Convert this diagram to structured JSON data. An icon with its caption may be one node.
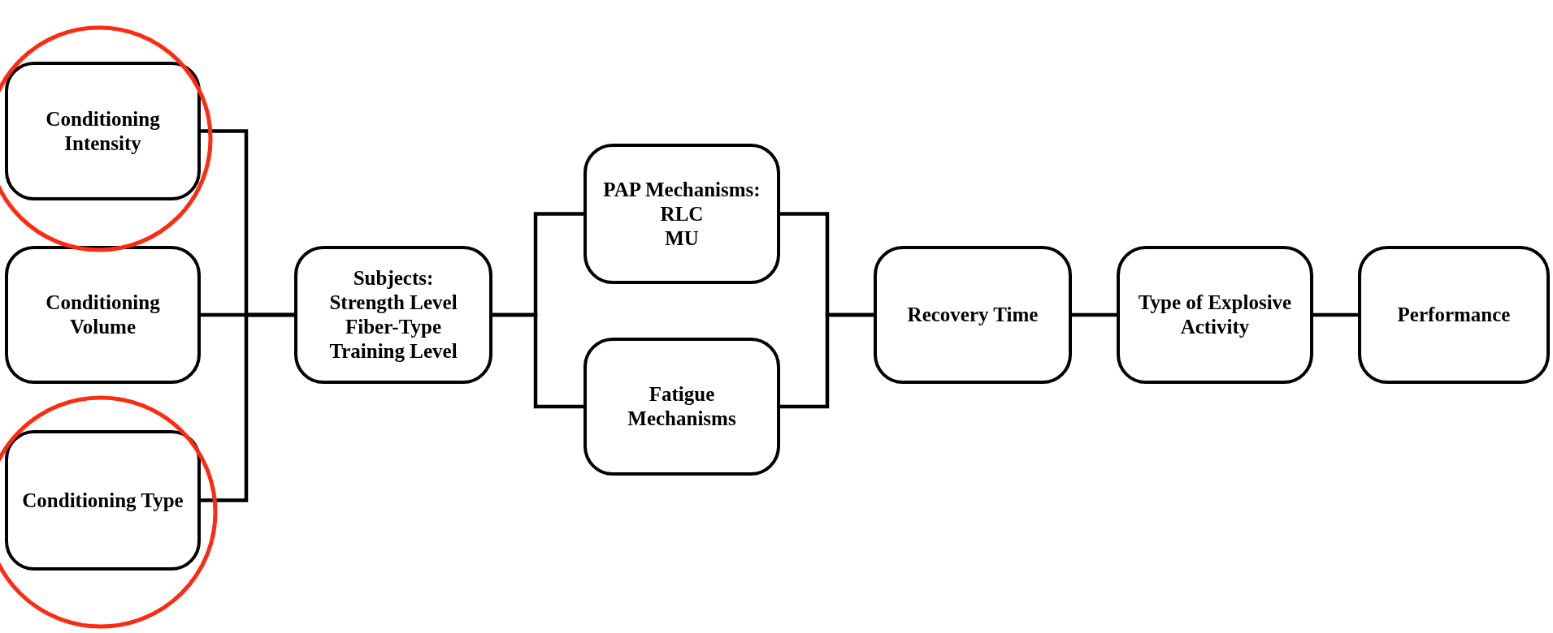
{
  "diagram": {
    "nodes": [
      {
        "text": [
          "Conditioning Intensity"
        ]
      },
      {
        "text": [
          "Conditioning Volume"
        ]
      },
      {
        "text": [
          "Conditioning Type"
        ]
      },
      {
        "text": [
          "Subjects:",
          "Strength Level",
          "Fiber-Type",
          "Training Level"
        ]
      },
      {
        "text": [
          "PAP Mechanisms:",
          "RLC",
          "MU"
        ]
      },
      {
        "text": [
          "Fatigue Mechanisms"
        ]
      },
      {
        "text": [
          "Recovery Time"
        ]
      },
      {
        "text": [
          "Type of Explosive Activity"
        ]
      },
      {
        "text": [
          "Performance"
        ]
      }
    ],
    "edges": [
      {
        "from": 0,
        "to": 3,
        "arrow": "none"
      },
      {
        "from": 1,
        "to": 3,
        "arrow": "none"
      },
      {
        "from": 2,
        "to": 3,
        "arrow": "none"
      },
      {
        "from": 3,
        "to": 4,
        "arrow": "none"
      },
      {
        "from": 3,
        "to": 5,
        "arrow": "none"
      },
      {
        "from": 4,
        "to": 6,
        "arrow": "none"
      },
      {
        "from": 5,
        "to": 6,
        "arrow": "none"
      },
      {
        "from": 6,
        "to": 7,
        "arrow": "none"
      },
      {
        "from": 7,
        "to": 8,
        "arrow": "none"
      }
    ]
  }
}
